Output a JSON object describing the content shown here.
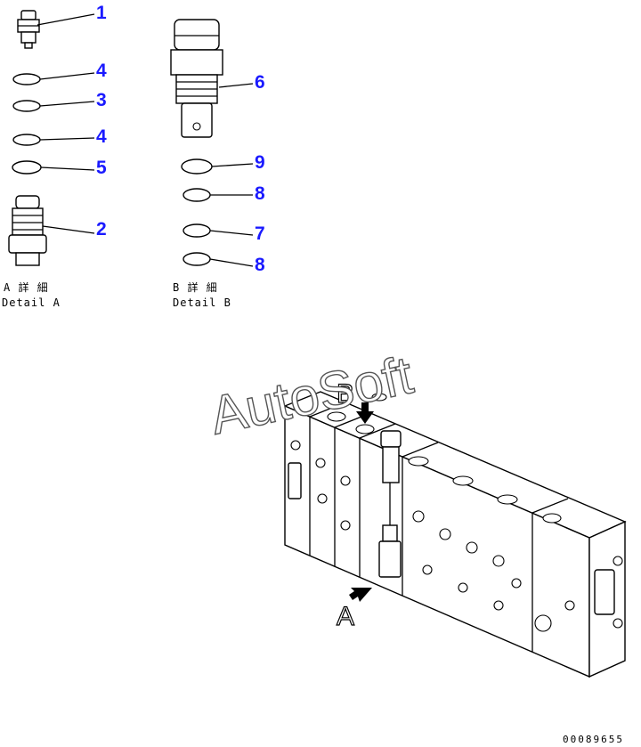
{
  "callouts": [
    {
      "id": "c1",
      "text": "1"
    },
    {
      "id": "c4a",
      "text": "4"
    },
    {
      "id": "c3",
      "text": "3"
    },
    {
      "id": "c4b",
      "text": "4"
    },
    {
      "id": "c5",
      "text": "5"
    },
    {
      "id": "c2",
      "text": "2"
    },
    {
      "id": "c6",
      "text": "6"
    },
    {
      "id": "c9",
      "text": "9"
    },
    {
      "id": "c8a",
      "text": "8"
    },
    {
      "id": "c7",
      "text": "7"
    },
    {
      "id": "c8b",
      "text": "8"
    }
  ],
  "details": {
    "a_jp": "A 詳 細",
    "a_en": "Detail A",
    "b_jp": "B 詳 細",
    "b_en": "Detail B"
  },
  "views": {
    "a": "A",
    "b": "B"
  },
  "watermark": "AutoSoft",
  "drawing_code": "00089655"
}
